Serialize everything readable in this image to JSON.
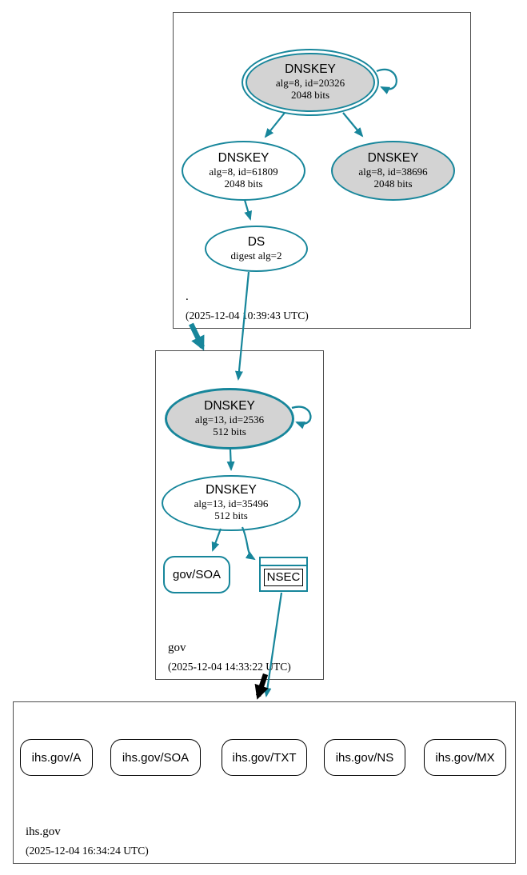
{
  "colors": {
    "secure": "#17869b",
    "insecure": "#000000",
    "sep_key_fill": "#d3d3d3",
    "node_fill": "#ffffff",
    "zone_box_border": "#4d4d4d"
  },
  "zones": {
    "root": {
      "name": ".",
      "timestamp": "(2025-12-04 10:39:43 UTC)"
    },
    "gov": {
      "name": "gov",
      "timestamp": "(2025-12-04 14:33:22 UTC)"
    },
    "ihs_gov": {
      "name": "ihs.gov",
      "timestamp": "(2025-12-04 16:34:24 UTC)"
    }
  },
  "nodes": {
    "root_ksk": {
      "title": "DNSKEY",
      "detail1": "alg=8, id=20326",
      "detail2": "2048 bits"
    },
    "root_zsk": {
      "title": "DNSKEY",
      "detail1": "alg=8, id=61809",
      "detail2": "2048 bits"
    },
    "root_key_38696": {
      "title": "DNSKEY",
      "detail1": "alg=8, id=38696",
      "detail2": "2048 bits"
    },
    "root_ds": {
      "title": "DS",
      "detail1": "digest alg=2"
    },
    "gov_ksk": {
      "title": "DNSKEY",
      "detail1": "alg=13, id=2536",
      "detail2": "512 bits"
    },
    "gov_zsk": {
      "title": "DNSKEY",
      "detail1": "alg=13, id=35496",
      "detail2": "512 bits"
    },
    "gov_soa": {
      "label": "gov/SOA"
    },
    "gov_nsec": {
      "label": "NSEC"
    },
    "ihs_rrsets": [
      "ihs.gov/A",
      "ihs.gov/SOA",
      "ihs.gov/TXT",
      "ihs.gov/NS",
      "ihs.gov/MX"
    ]
  }
}
